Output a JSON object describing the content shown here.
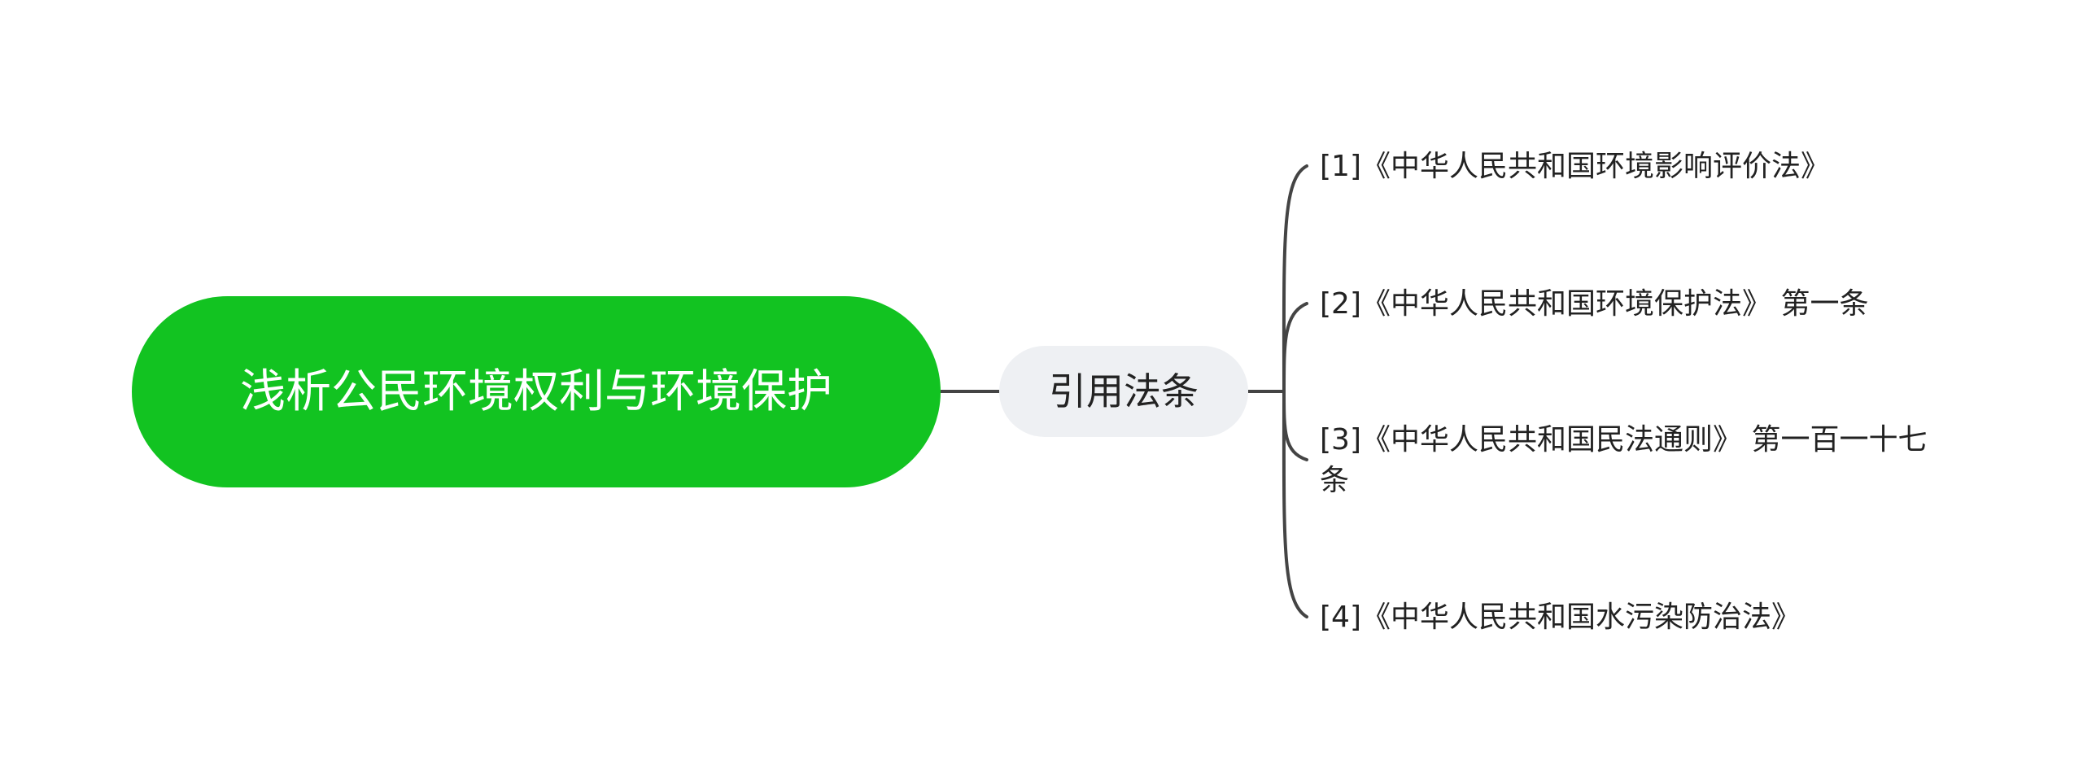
{
  "root": {
    "title": "浅析公民环境权利与环境保护"
  },
  "branch": {
    "label": "引用法条"
  },
  "leaves": [
    {
      "text": "[1]《中华人民共和国环境影响评价法》"
    },
    {
      "text": "[2]《中华人民共和国环境保护法》 第一条"
    },
    {
      "text": "[3]《中华人民共和国民法通则》 第一百一十七条"
    },
    {
      "text": "[4]《中华人民共和国水污染防治法》"
    }
  ],
  "colors": {
    "root_fill": "#12c321",
    "branch_fill": "#eef0f3",
    "line": "#444444",
    "text_dark": "#222222",
    "text_light": "#ffffff"
  }
}
